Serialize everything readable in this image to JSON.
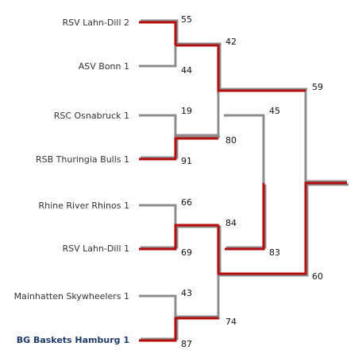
{
  "teams": [
    "RSV Lahn-Dill 2",
    "ASV Bonn 1",
    "RSC Osnabruck 1",
    "RSB Thuringia Bulls 1",
    "Rhine River Rhinos 1",
    "RSV Lahn-Dill 1",
    "Mainhatten Skywheelers 1",
    "BG Baskets Hamburg 1"
  ],
  "round1_scores": [
    "55",
    "44",
    "19",
    "91",
    "66",
    "69",
    "43",
    "87"
  ],
  "round2_scores": [
    "42",
    "80",
    "84",
    "74"
  ],
  "round3_scores": [
    "45",
    "83"
  ],
  "round4_scores": [
    "59",
    "60"
  ],
  "champion": "BG Baskets Hamburg 1",
  "colors": {
    "line": "#8c8c8c",
    "winner_path": "#b50d0d",
    "champion_text": "#1f3a6b"
  }
}
